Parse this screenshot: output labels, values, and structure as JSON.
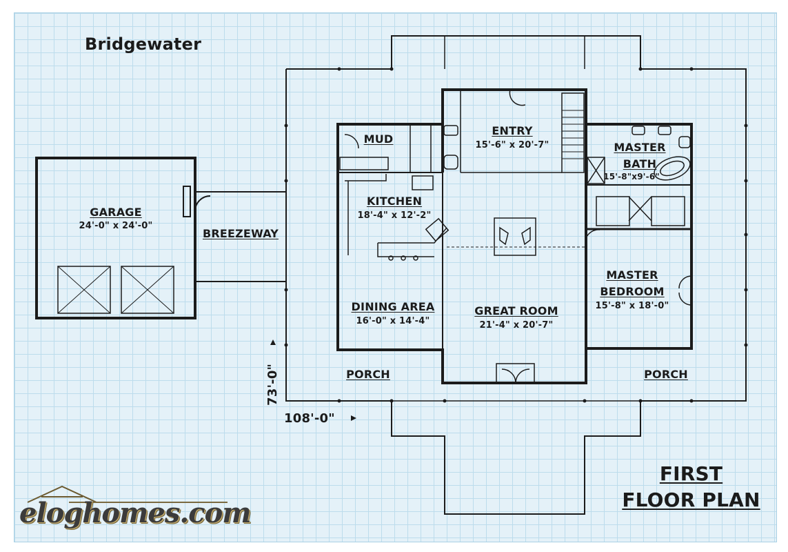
{
  "plan_title": "Bridgewater",
  "heading": {
    "line1": "FIRST",
    "line2": "FLOOR PLAN"
  },
  "brand": "eloghomes.com",
  "overall": {
    "width": "108'-0\"",
    "depth": "73'-0\""
  },
  "rooms": {
    "garage": {
      "name": "GARAGE",
      "dims": "24'-0\" x 24'-0\""
    },
    "breezeway": {
      "name": "BREEZEWAY"
    },
    "mud": {
      "name": "MUD"
    },
    "entry": {
      "name": "ENTRY",
      "dims": "15'-6\" x 20'-7\""
    },
    "kitchen": {
      "name": "KITCHEN",
      "dims": "18'-4\" x 12'-2\""
    },
    "dining": {
      "name": "DINING AREA",
      "dims": "16'-0\" x 14'-4\""
    },
    "great": {
      "name": "GREAT ROOM",
      "dims": "21'-4\" x 20'-7\""
    },
    "master_bath": {
      "name_line1": "MASTER",
      "name_line2": "BATH",
      "dims": "15'-8\"x9'-6\""
    },
    "master_bed": {
      "name_line1": "MASTER",
      "name_line2": "BEDROOM",
      "dims": "15'-8\" x 18'-0\""
    },
    "porch_left": {
      "name": "PORCH"
    },
    "porch_right": {
      "name": "PORCH"
    }
  },
  "colors": {
    "grid_bg": "#e4f1f8",
    "grid_line": "#bcdcec",
    "wall": "#1b1b1b"
  }
}
